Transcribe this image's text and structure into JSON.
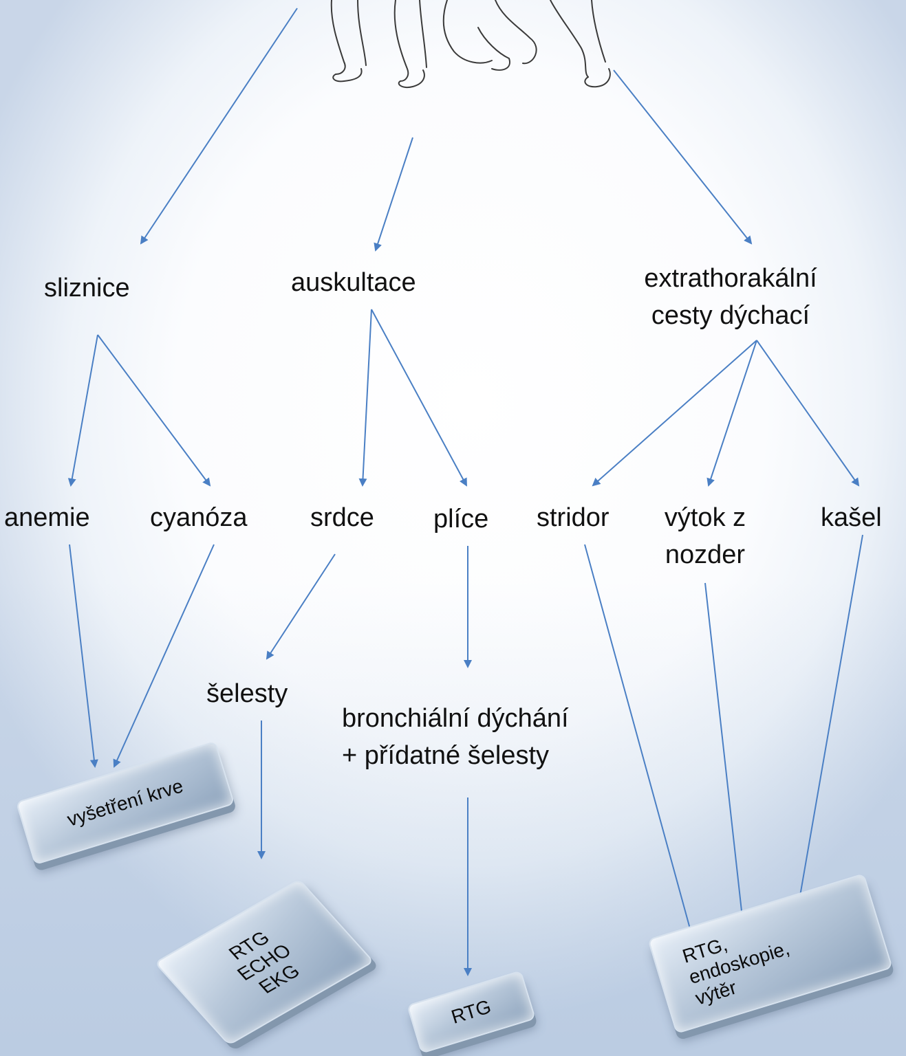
{
  "diagram": {
    "level1": {
      "mucosa": "sliznice",
      "auscultation": "auskultace",
      "airways_line1": "extrathorakální",
      "airways_line2": "cesty dýchací"
    },
    "level2": {
      "anemia": "anemie",
      "cyanosis": "cyanóza",
      "heart": "srdce",
      "lungs": "plíce",
      "stridor": "stridor",
      "nasal_line1": "výtok z",
      "nasal_line2": "nozder",
      "cough": "kašel"
    },
    "level3": {
      "murmurs": "šelesty",
      "bronchial_line1": "bronchiální  dýchání",
      "bronchial_line2": "+ přídatné šelesty"
    },
    "boxes": {
      "blood": "vyšetření krve",
      "heart_exam_1": "RTG",
      "heart_exam_2": "ECHO",
      "heart_exam_3": "EKG",
      "lung_exam": "RTG",
      "airway_exam_1": "RTG,",
      "airway_exam_2": "endoskopie,",
      "airway_exam_3": "výtěr"
    },
    "colors": {
      "arrow": "#4a7fc4",
      "text": "#111111"
    }
  }
}
